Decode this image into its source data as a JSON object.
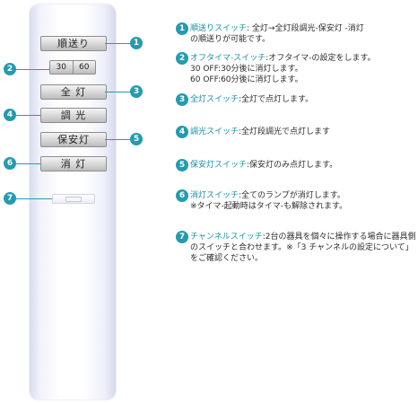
{
  "remote": {
    "buttons": [
      {
        "number": "1",
        "label": "順送り"
      },
      {
        "number": "2",
        "labels": [
          "30",
          "60"
        ]
      },
      {
        "number": "3",
        "label": "全 灯"
      },
      {
        "number": "4",
        "label": "調 光"
      },
      {
        "number": "5",
        "label": "保安灯"
      },
      {
        "number": "6",
        "label": "消 灯"
      },
      {
        "number": "7",
        "label": ""
      }
    ]
  },
  "descriptions": [
    {
      "number": "1",
      "title": "順送りスイッチ",
      "text": ": 全灯→全灯段調光-保安灯 -消灯",
      "line2": "の順送りが可能です。"
    },
    {
      "number": "2",
      "title": "オフタイマ-スイッチ",
      "text": ":オフタイマ-の設定をします。",
      "line2": "30 OFF:30分後に消灯します。",
      "line3": "60 OFF:60分後に消灯します。"
    },
    {
      "number": "3",
      "title": "全灯スイッチ",
      "text": ":全灯で点灯します。"
    },
    {
      "number": "4",
      "title": "調光スイッチ",
      "text": ":全灯段調光で点灯します"
    },
    {
      "number": "5",
      "title": "保安灯スイッチ",
      "text": ":保安灯のみ点灯します。"
    },
    {
      "number": "6",
      "title": "消灯スイッチ",
      "text": ":全てのランプが消灯します。",
      "line2": "※タイマ-起動時はタイマ-も解除されます。"
    },
    {
      "number": "7",
      "title": "チャンネルスイッチ",
      "text": ":2台の器具を個々に操作する場合に器具側",
      "line2": "のスイッチと合わせます。※「3 チャンネルの設定について」",
      "line3": "をご確認ください。"
    }
  ],
  "colors": {
    "accent": "#249bae",
    "button": "#d0d0d0"
  }
}
